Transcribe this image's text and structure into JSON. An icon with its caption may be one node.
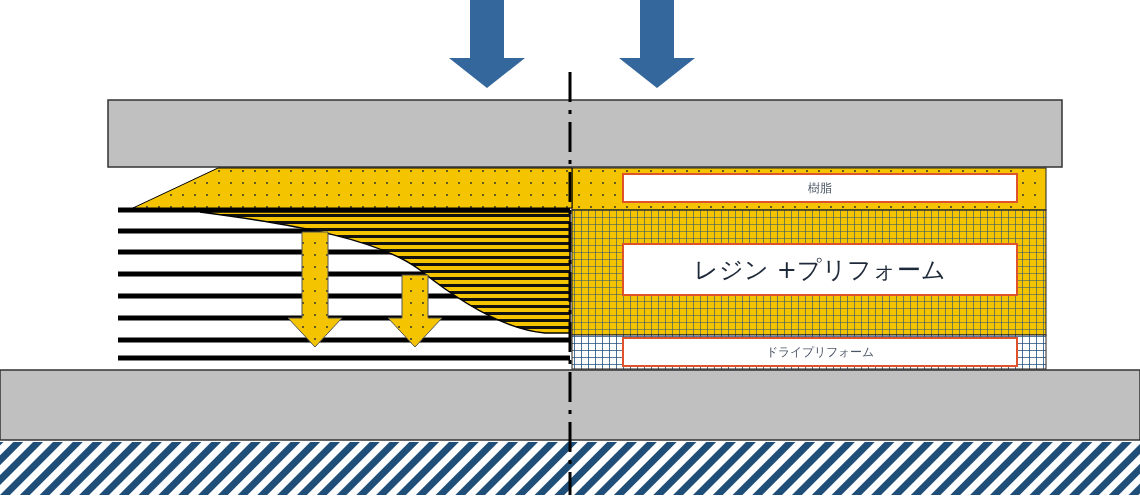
{
  "diagram": {
    "nodes": [
      {
        "text": [
          "樹脂"
        ]
      },
      {
        "text": [
          "レジン +プリフォーム"
        ]
      },
      {
        "text": [
          "ドライプリフォーム"
        ]
      }
    ]
  }
}
